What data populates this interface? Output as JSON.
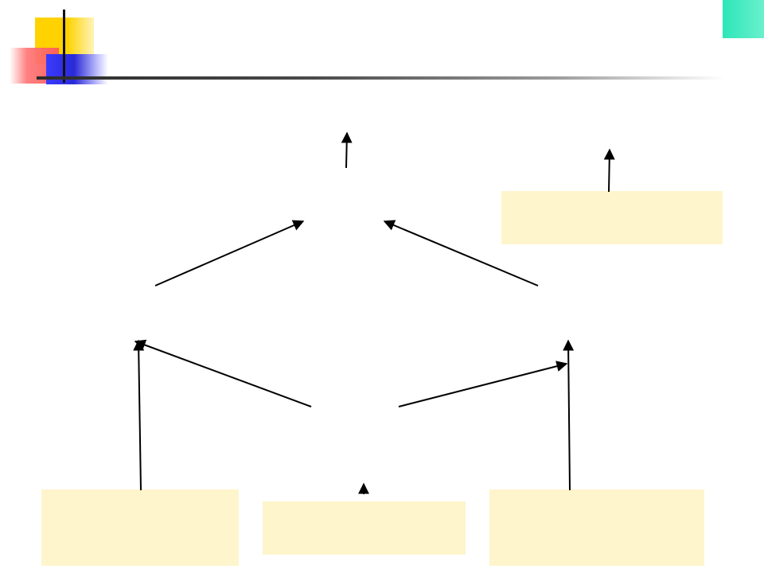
{
  "slide": {
    "title": "",
    "accent_colors": [
      "#ffd200",
      "#ff5a5a",
      "#2a2ad8",
      "#2ce6b8",
      "#fff5cc"
    ]
  },
  "boxes": {
    "right_top": "",
    "bottom_left": "",
    "bottom_center": "",
    "bottom_right": ""
  },
  "arrows": [
    "arrow-top-up",
    "arrow-right-box-up",
    "arrow-left-to-top",
    "arrow-right-to-top",
    "arrow-center-to-left",
    "arrow-center-to-right",
    "arrow-bottom-left-up",
    "arrow-bottom-right-up",
    "arrow-bottom-center-up"
  ]
}
